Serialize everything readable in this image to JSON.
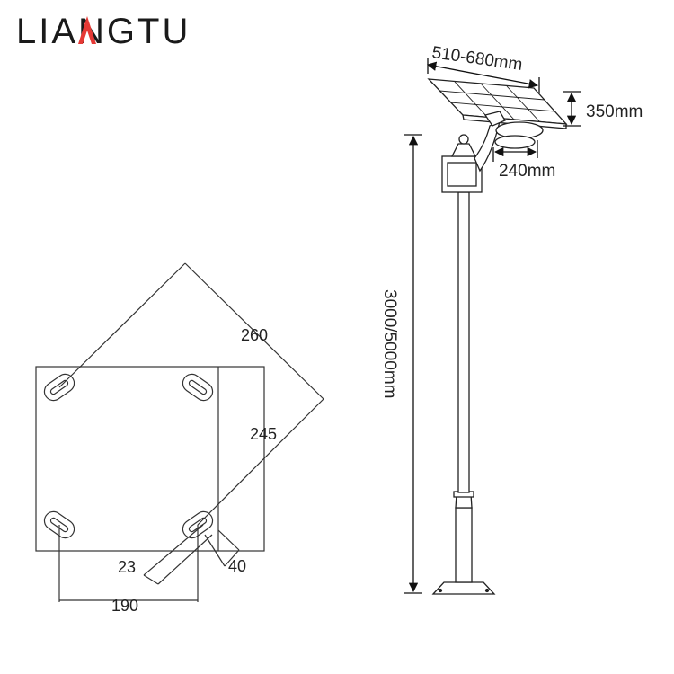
{
  "brand": {
    "name": "LIANGTU",
    "accent_color": "#e53935"
  },
  "base_plate": {
    "diagonal": "260",
    "height": "245",
    "hole_offset": "23",
    "edge_offset": "40",
    "width": "190"
  },
  "lamp": {
    "panel_width": "510-680mm",
    "panel_height": "350mm",
    "lamp_width": "240mm",
    "pole_height": "3000/5000mm"
  }
}
